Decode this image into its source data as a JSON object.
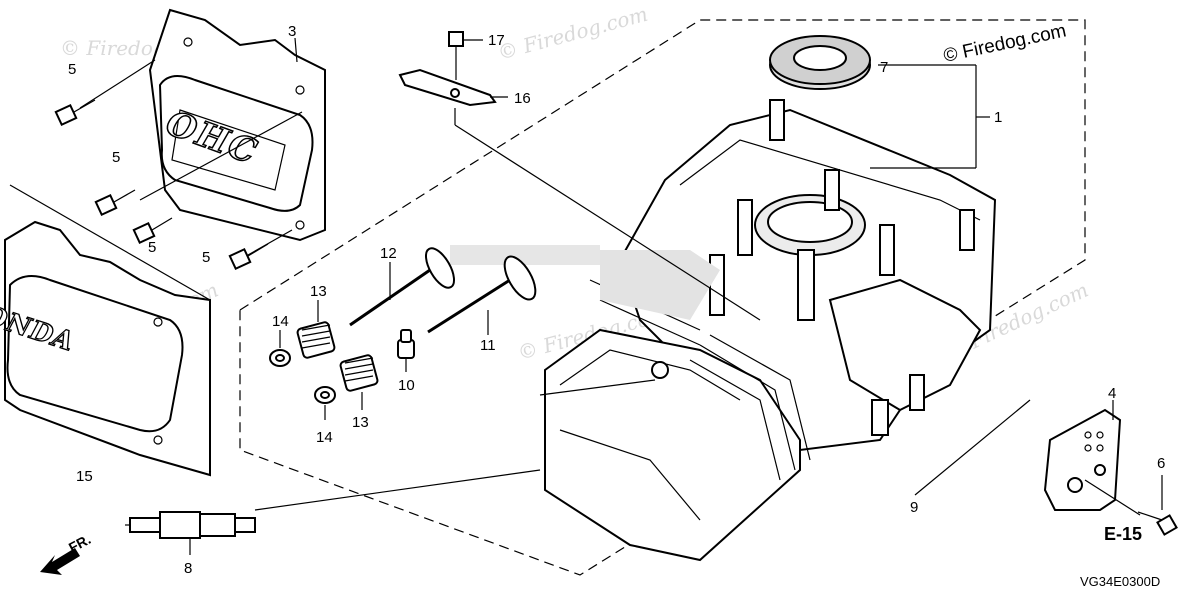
{
  "watermark": "© Firedog.com",
  "callouts": {
    "c1": "1",
    "c3": "3",
    "c4": "4",
    "c5a": "5",
    "c5b": "5",
    "c5c": "5",
    "c5d": "5",
    "c6": "6",
    "c7": "7",
    "c8": "8",
    "c9": "9",
    "c10": "10",
    "c11": "11",
    "c12": "12",
    "c13a": "13",
    "c13b": "13",
    "c14a": "14",
    "c14b": "14",
    "c15": "15",
    "c16": "16",
    "c17": "17"
  },
  "embossed_text": {
    "ohc": "OHC",
    "honda": "HONDA"
  },
  "front_arrow_label": "FR.",
  "section_ref": "E-15",
  "diagram_code": "VG34E0300D"
}
